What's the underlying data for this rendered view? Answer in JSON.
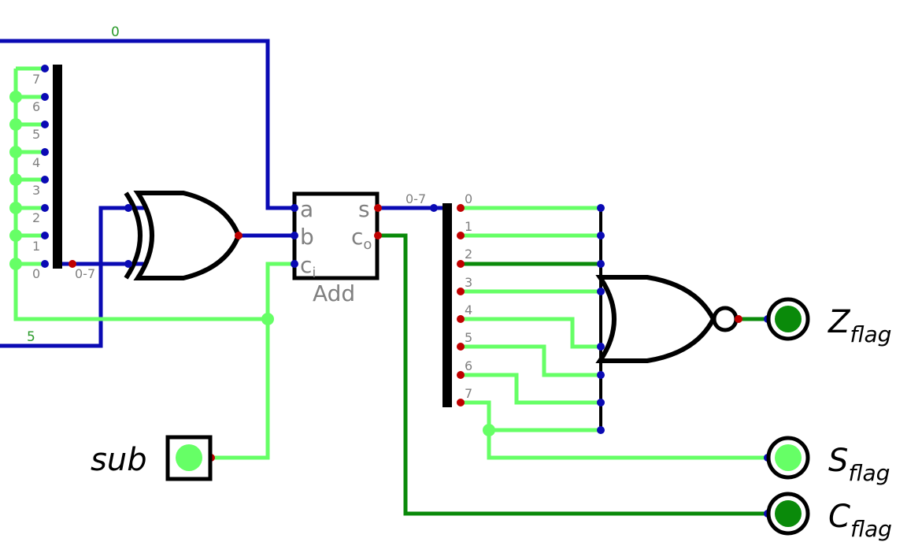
{
  "wire_labels": {
    "top_bus": "0",
    "bottom_bus": "5",
    "adder_out": "0-7",
    "splitter_in": "0-7"
  },
  "left_splitter_bits": [
    "0",
    "1",
    "2",
    "3",
    "4",
    "5",
    "6",
    "7"
  ],
  "right_splitter_bits": [
    "0",
    "1",
    "2",
    "3",
    "4",
    "5",
    "6",
    "7"
  ],
  "adder": {
    "name": "Add",
    "pin_a": "a",
    "pin_b": "b",
    "pin_ci": "c",
    "pin_ci_sub": "i",
    "pin_s": "s",
    "pin_co": "c",
    "pin_co_sub": "o"
  },
  "input": {
    "label": "sub"
  },
  "outputs": {
    "z": {
      "main": "Z",
      "sub": "flag"
    },
    "s": {
      "main": "S",
      "sub": "flag"
    },
    "c": {
      "main": "C",
      "sub": "flag"
    }
  },
  "colors": {
    "bus": "#0a0ab4",
    "wire_on": "#66ff66",
    "wire_off": "#0a8a0a",
    "pin_out": "#c00000",
    "pin_in": "#0a0ab4"
  }
}
